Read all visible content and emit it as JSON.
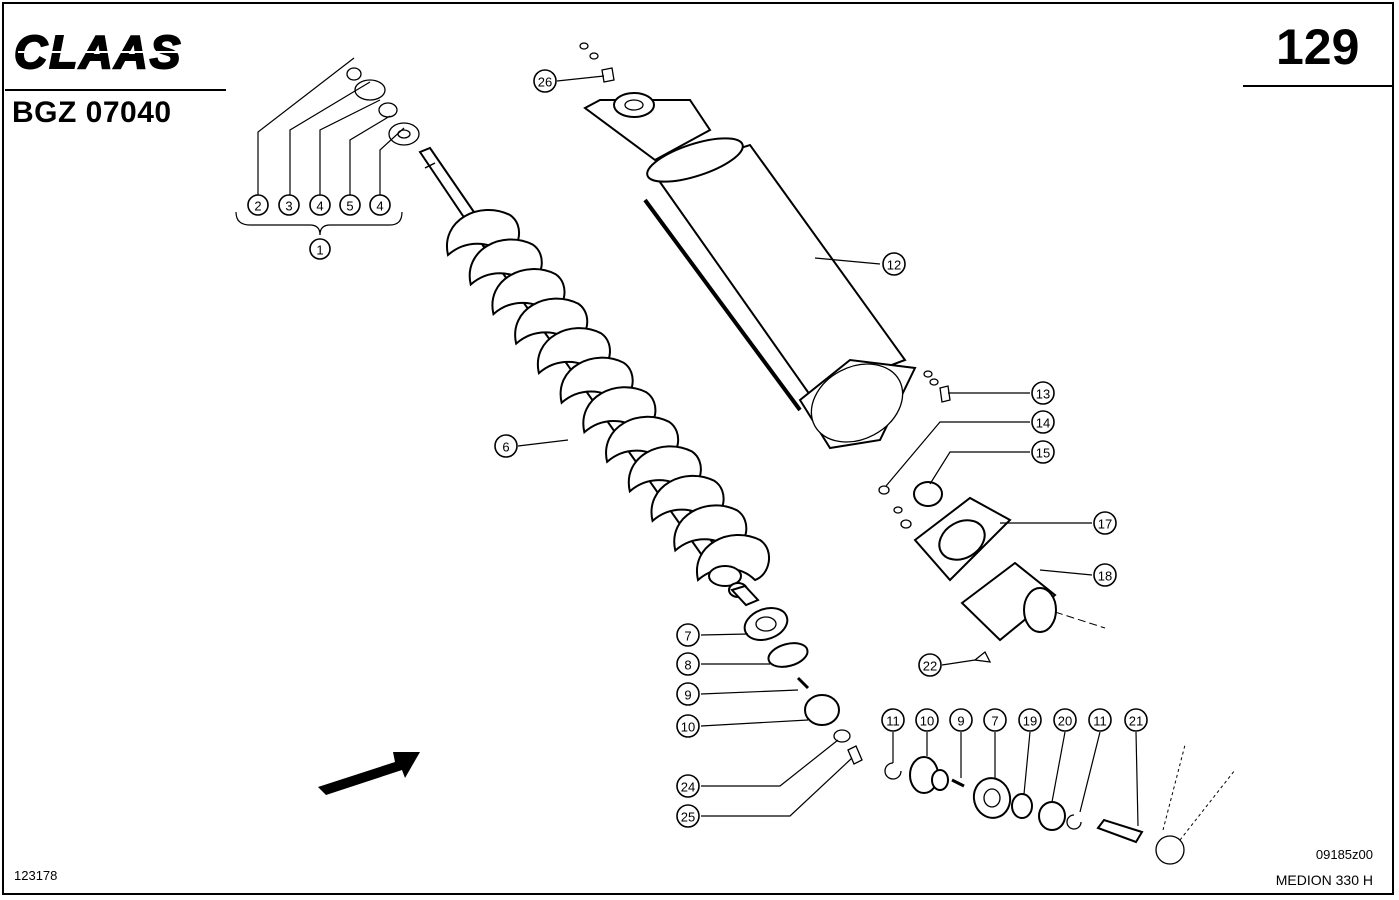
{
  "header": {
    "brand": "CLAAS",
    "doc_number": "BGZ 07040",
    "page_number": "129"
  },
  "footer": {
    "left_ref": "123178",
    "right_ref": "09185z00",
    "model": "MEDION 330 H"
  },
  "callouts": {
    "c1": "1",
    "c2": "2",
    "c3": "3",
    "c4a": "4",
    "c5": "5",
    "c4b": "4",
    "c6": "6",
    "c7a": "7",
    "c8": "8",
    "c9a": "9",
    "c10a": "10",
    "c11a": "11",
    "c10b": "10",
    "c9b": "9",
    "c7b": "7",
    "c19": "19",
    "c20": "20",
    "c11b": "11",
    "c21": "21",
    "c12": "12",
    "c13": "13",
    "c14": "14",
    "c15": "15",
    "c17": "17",
    "c18": "18",
    "c22": "22",
    "c24": "24",
    "c25": "25",
    "c26": "26"
  },
  "icons": {
    "brand_logo": "claas-logo",
    "direction_arrow": "arrow-icon"
  }
}
